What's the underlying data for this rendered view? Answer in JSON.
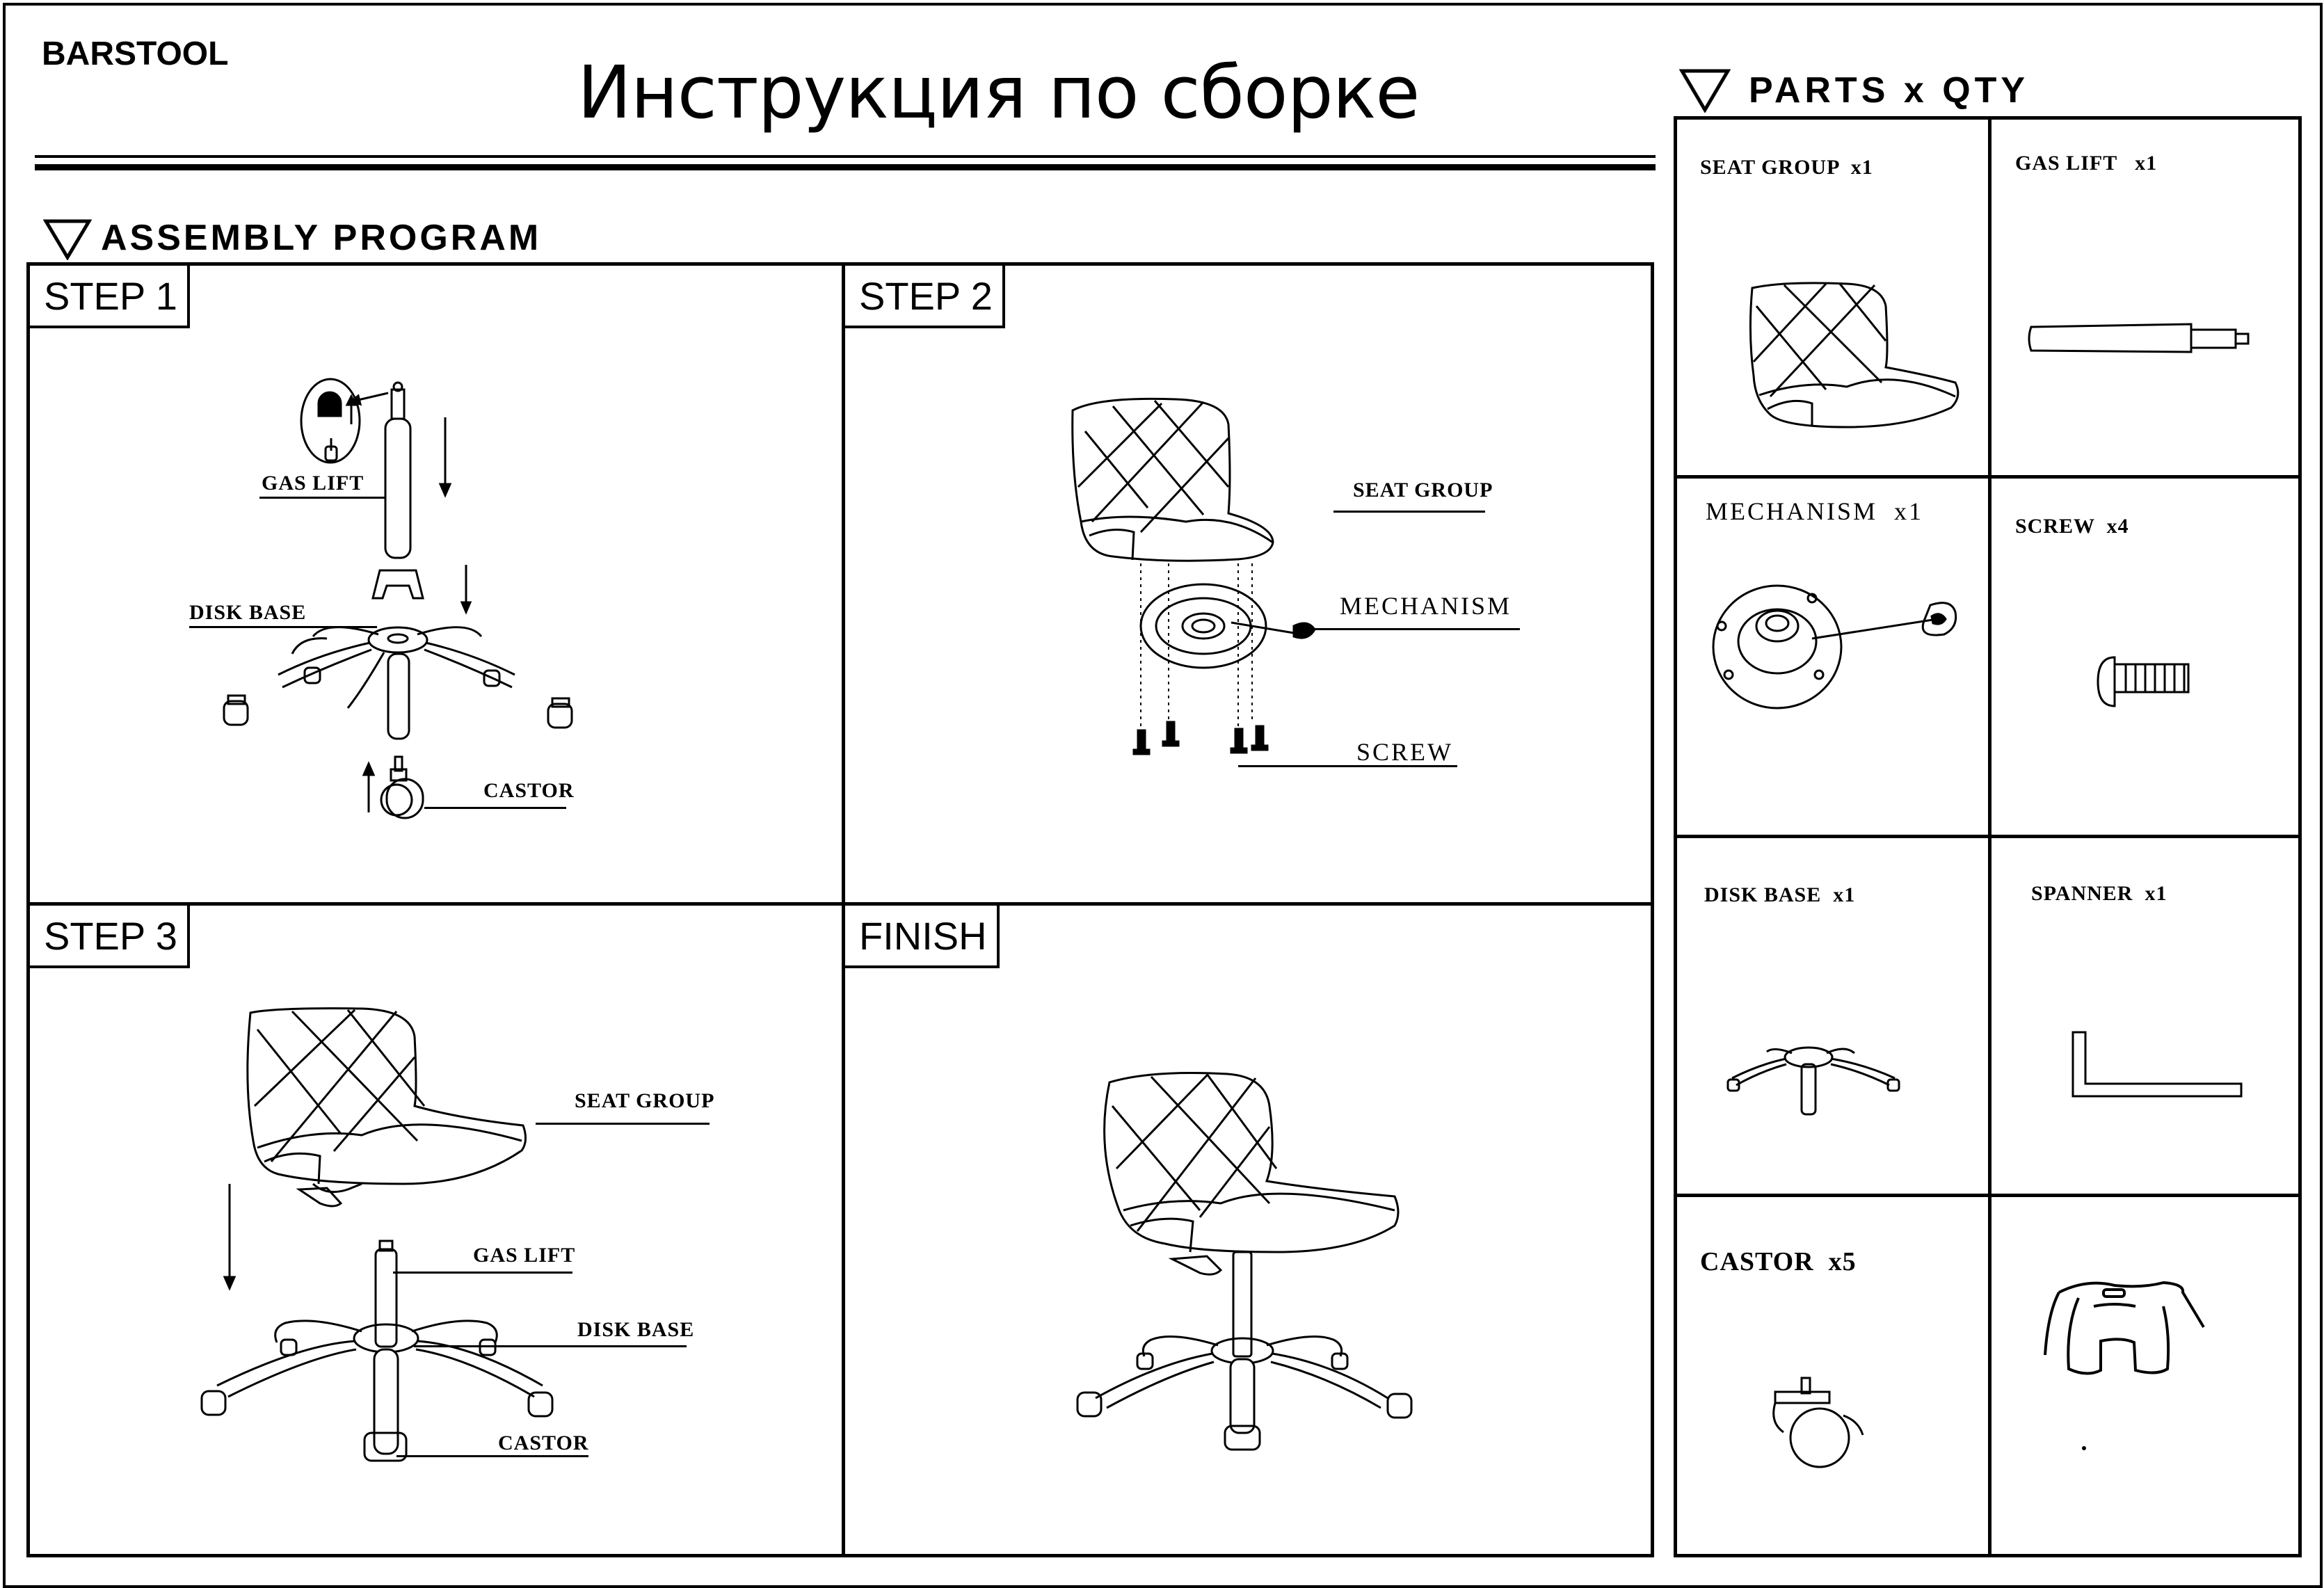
{
  "header": {
    "product": "BARSTOOL",
    "title": "Инструкция по сборке",
    "parts_heading": "PARTS x QTY",
    "assembly_heading": "ASSEMBLY PROGRAM"
  },
  "steps": [
    {
      "label": "STEP 1",
      "callouts": [
        "GAS LIFT",
        "DISK BASE",
        "CASTOR"
      ]
    },
    {
      "label": "STEP 2",
      "callouts": [
        "SEAT GROUP",
        "MECHANISM",
        "SCREW"
      ]
    },
    {
      "label": "STEP 3",
      "callouts": [
        "SEAT GROUP",
        "GAS LIFT",
        "DISK BASE",
        "CASTOR"
      ]
    },
    {
      "label": "FINISH",
      "callouts": []
    }
  ],
  "parts": [
    {
      "label": "SEAT GROUP  x1",
      "icon": "seat-group-icon"
    },
    {
      "label": "GAS LIFT   x1",
      "icon": "gas-lift-icon"
    },
    {
      "label": "MECHANISM  x1",
      "icon": "mechanism-icon"
    },
    {
      "label": "SCREW  x4",
      "icon": "screw-icon"
    },
    {
      "label": "DISK BASE  x1",
      "icon": "disk-base-icon"
    },
    {
      "label": "SPANNER  x1",
      "icon": "spanner-icon"
    },
    {
      "label": "CASTOR  x5",
      "icon": "castor-icon"
    },
    {
      "label": "",
      "icon": "base-cap-icon"
    }
  ]
}
